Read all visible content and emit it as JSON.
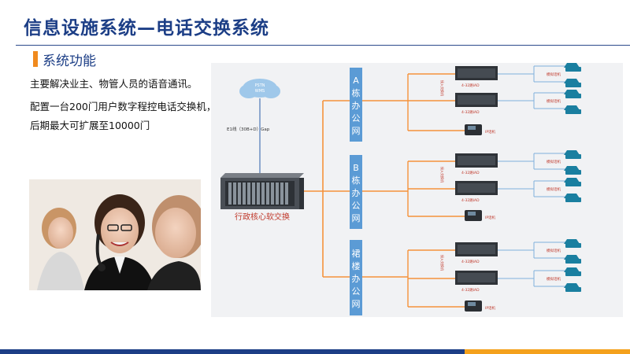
{
  "slide": {
    "title": "信息设施系统—电话交换系统",
    "section_heading": "系统功能",
    "description_1": "主要解决业主、物管人员的语音通讯。",
    "description_2": "配置一台200门用户数字程控电话交换机，后期最大可扩展至10000门"
  },
  "diagram": {
    "pstn_label": "PSTN\nWMS",
    "trunk_label": "E1线（30B+D）Gap",
    "core_switch_label": "行政核心软交换",
    "office_networks": [
      {
        "label": "A栋办公网"
      },
      {
        "label": "B栋办公网"
      },
      {
        "label": "裙楼办公网"
      }
    ],
    "gateway_label": "4-32路IAD",
    "ip_phone_label": "IP话机",
    "analog_phone_label": "模拟话机",
    "access_switch_label": "接入交换机"
  },
  "colors": {
    "title_blue": "#1c3e86",
    "accent_orange": "#f08a1e",
    "link_orange": "#f5923b",
    "network_blue": "#5b9bd5",
    "phone_teal": "#1a7fa0",
    "footer_orange": "#f4a11c"
  }
}
